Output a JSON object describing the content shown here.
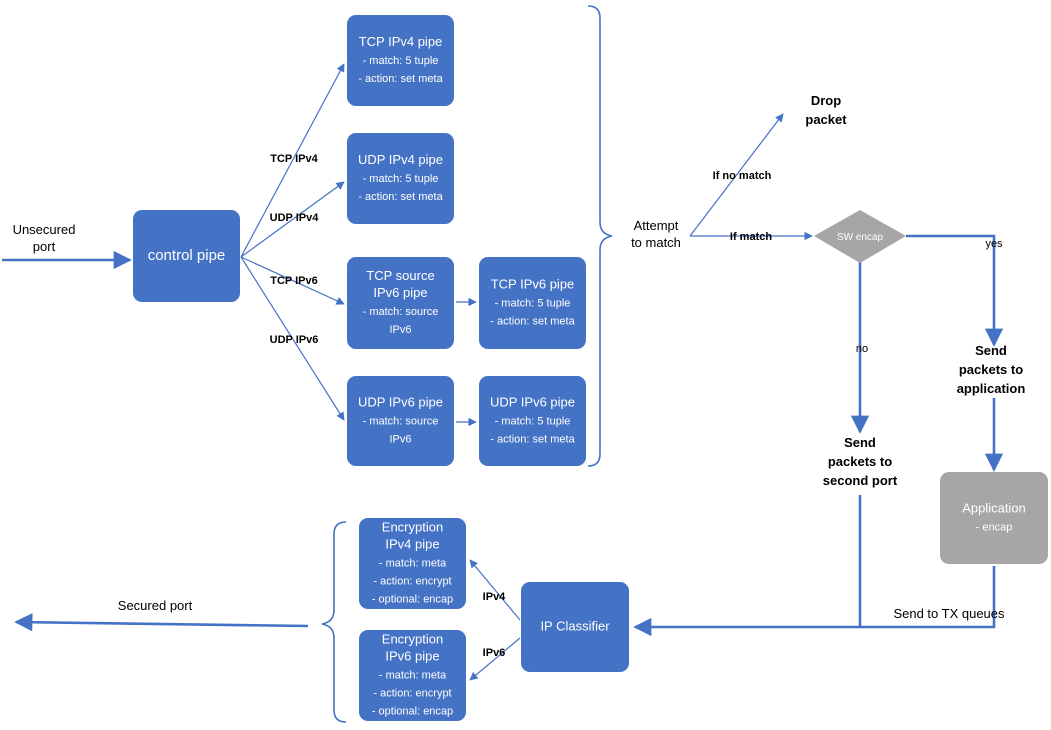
{
  "colors": {
    "box_fill": "#4472C4",
    "box_stroke": "#3A63AD",
    "gray_fill": "#A6A6A6",
    "arrow": "#4472C4",
    "text_dark": "#000000",
    "text_light": "#ffffff"
  },
  "labels": {
    "unsecured_port": [
      "Unsecured",
      "port"
    ],
    "secured_port": "Secured port",
    "attempt_to_match": [
      "Attempt",
      "to match"
    ],
    "edge_tcp_ipv4": "TCP IPv4",
    "edge_udp_ipv4": "UDP IPv4",
    "edge_tcp_ipv6": "TCP IPv6",
    "edge_udp_ipv6": "UDP IPv6",
    "if_no_match": "If no match",
    "if_match": "If match",
    "drop_packet": [
      "Drop",
      "packet"
    ],
    "yes": "yes",
    "no": "no",
    "send_to_application": [
      "Send",
      "packets to",
      "application"
    ],
    "send_to_second_port": [
      "Send",
      "packets to",
      "second port"
    ],
    "send_to_tx_queues": "Send to TX queues",
    "edge_ipv4": "IPv4",
    "edge_ipv6": "IPv6"
  },
  "boxes": {
    "control_pipe": [
      "control pipe"
    ],
    "tcp_ipv4_pipe": [
      "TCP IPv4 pipe",
      "- match: 5 tuple",
      "- action: set meta"
    ],
    "udp_ipv4_pipe": [
      "UDP IPv4 pipe",
      "- match: 5 tuple",
      "- action: set meta"
    ],
    "tcp_source_ipv6_pipe": [
      "TCP source",
      "IPv6 pipe",
      "- match: source",
      "IPv6"
    ],
    "tcp_ipv6_pipe": [
      "TCP IPv6 pipe",
      "- match: 5 tuple",
      "- action: set meta"
    ],
    "udp_ipv6_source_pipe": [
      "UDP IPv6  pipe",
      "- match: source",
      "IPv6"
    ],
    "udp_ipv6_pipe": [
      "UDP IPv6  pipe",
      "- match: 5 tuple",
      "- action: set meta"
    ],
    "sw_encap": [
      "SW encap"
    ],
    "application": [
      "Application",
      "- encap"
    ],
    "ip_classifier": [
      "IP Classifier"
    ],
    "encryption_ipv4_pipe": [
      "Encryption",
      "IPv4 pipe",
      "- match: meta",
      "- action: encrypt",
      "- optional: encap"
    ],
    "encryption_ipv6_pipe": [
      "Encryption",
      "IPv6 pipe",
      "- match: meta",
      "- action: encrypt",
      "- optional: encap"
    ]
  }
}
